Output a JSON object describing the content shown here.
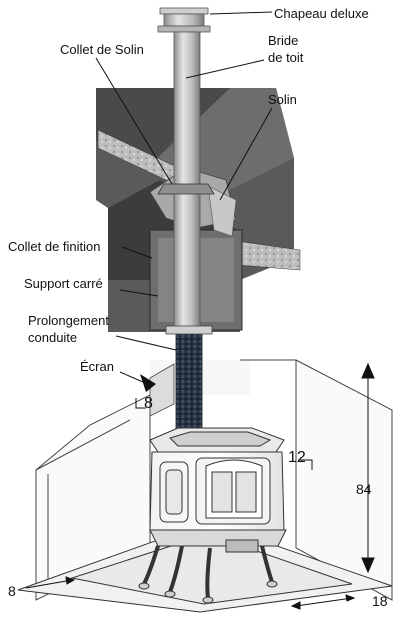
{
  "labels": {
    "chapeau": "Chapeau deluxe",
    "collet_solin": "Collet de Solin",
    "bride_line1": "Bride",
    "bride_line2": "de toit",
    "solin": "Solin",
    "collet_finition": "Collet de finition",
    "support_carre": "Support carré",
    "prolongement_line1": "Prolongement",
    "prolongement_line2": "conduite",
    "ecran": "Écran"
  },
  "dimensions": {
    "side_clearance": "8",
    "rear_clearance": "12",
    "height": "84",
    "front_left": "8",
    "front_right": "18"
  },
  "colors": {
    "roof_dark": "#4a4a4a",
    "roof_mid": "#7a7a7a",
    "pipe_light": "#d8d8d8",
    "pipe_shade": "#9a9a9a",
    "insulation": "#b8b8b8",
    "line": "#222222"
  }
}
